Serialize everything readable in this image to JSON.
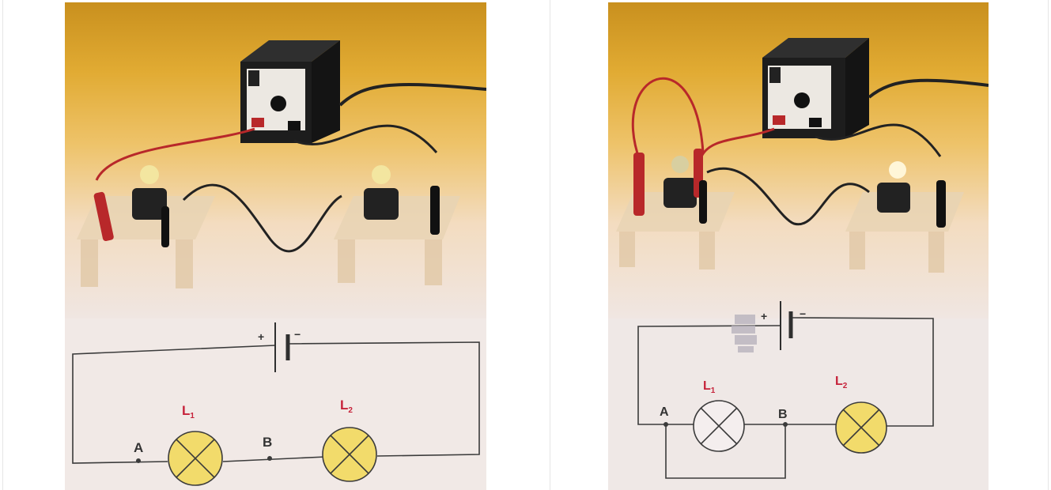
{
  "colors": {
    "lamp_fill": "#f2db6b",
    "lamp_fill_off": "#f4eeee",
    "label_red": "#c6223a",
    "wire": "#3b3b3b",
    "red_lead": "#b8282a",
    "power_supply": "#1d1d1d"
  },
  "left_circuit": {
    "battery_plus": "+",
    "battery_minus": "−",
    "lamp1_label": "L",
    "lamp1_sub": "1",
    "lamp2_label": "L",
    "lamp2_sub": "2",
    "node_a": "A",
    "node_b": "B"
  },
  "right_circuit": {
    "battery_plus": "+",
    "battery_minus": "−",
    "lamp1_label": "L",
    "lamp1_sub": "1",
    "lamp2_label": "L",
    "lamp2_sub": "2",
    "node_a": "A",
    "node_b": "B",
    "lamp1_state": "off",
    "lamp2_state": "on"
  },
  "icons": [
    "power-supply-icon",
    "bulb-icon",
    "crocodile-clip-icon",
    "lamp-cross-icon"
  ]
}
